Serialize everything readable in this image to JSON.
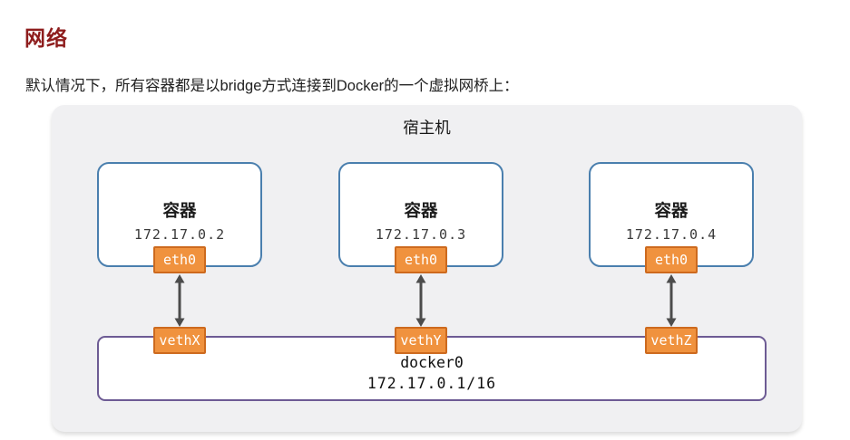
{
  "page": {
    "heading": "网络",
    "intro": "默认情况下，所有容器都是以bridge方式连接到Docker的一个虚拟网桥上："
  },
  "diagram": {
    "host_label": "宿主机",
    "containers": [
      {
        "label": "容器",
        "ip": "172.17.0.2",
        "interface": "eth0",
        "veth": "vethX"
      },
      {
        "label": "容器",
        "ip": "172.17.0.3",
        "interface": "eth0",
        "veth": "vethY"
      },
      {
        "label": "容器",
        "ip": "172.17.0.4",
        "interface": "eth0",
        "veth": "vethZ"
      }
    ],
    "bridge": {
      "name": "docker0",
      "cidr": "172.17.0.1/16"
    },
    "colors": {
      "heading_red": "#8e1d1d",
      "container_border_blue": "#4a7fae",
      "badge_orange_fill": "#f0923e",
      "badge_orange_border": "#cd6a1e",
      "bridge_border_purple": "#6d5b94",
      "arrow_gray": "#4c4c4c",
      "host_box_gray": "#f0f0f2"
    }
  }
}
